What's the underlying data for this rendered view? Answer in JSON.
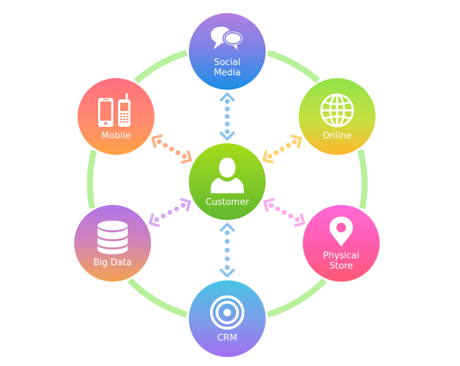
{
  "diagram": {
    "title": "Customer-centric channels",
    "center": {
      "label": "Customer",
      "icon": "user-icon"
    },
    "nodes": [
      {
        "id": "social",
        "label": "Social\nMedia",
        "icon": "chat-bubbles-icon",
        "arrow_color": "#8cc4f0"
      },
      {
        "id": "mobile",
        "label": "Mobile",
        "icon": "mobile-phones-icon",
        "arrow_color": "#ffae86"
      },
      {
        "id": "online",
        "label": "Online",
        "icon": "globe-icon",
        "arrow_color": "#ffd36a"
      },
      {
        "id": "bigdata",
        "label": "Big Data",
        "icon": "database-icon",
        "arrow_color": "#d9a8f2"
      },
      {
        "id": "store",
        "label": "Physical\nStore",
        "icon": "map-pin-icon",
        "arrow_color": "#ffa8ee"
      },
      {
        "id": "crm",
        "label": "CRM",
        "icon": "target-icon",
        "arrow_color": "#8cc4f0"
      }
    ],
    "ring_color": "#b8f09c",
    "connections": "bidirectional"
  }
}
